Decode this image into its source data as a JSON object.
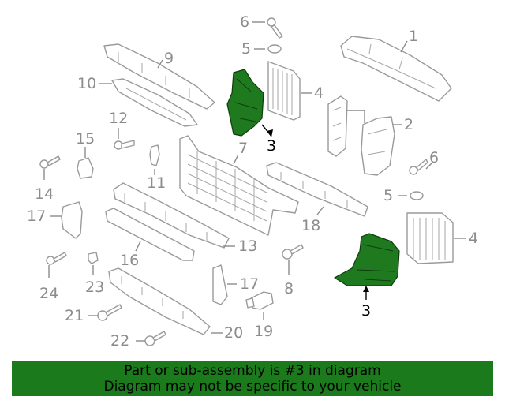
{
  "callouts": {
    "c1": "1",
    "c2": "2",
    "c3a": "3",
    "c3b": "3",
    "c4a": "4",
    "c4b": "4",
    "c5a": "5",
    "c5b": "5",
    "c6a": "6",
    "c6b": "6",
    "c7": "7",
    "c8": "8",
    "c9": "9",
    "c10": "10",
    "c11": "11",
    "c12": "12",
    "c13": "13",
    "c14": "14",
    "c15": "15",
    "c16": "16",
    "c17a": "17",
    "c17b": "17",
    "c18": "18",
    "c19": "19",
    "c20": "20",
    "c21": "21",
    "c22": "22",
    "c23": "23",
    "c24": "24"
  },
  "highlight": {
    "part_number": "3",
    "color": "#1b7a1b"
  },
  "footer": {
    "line1": "Part or sub-assembly is #3 in diagram",
    "line2": "Diagram may not be specific to your vehicle"
  }
}
